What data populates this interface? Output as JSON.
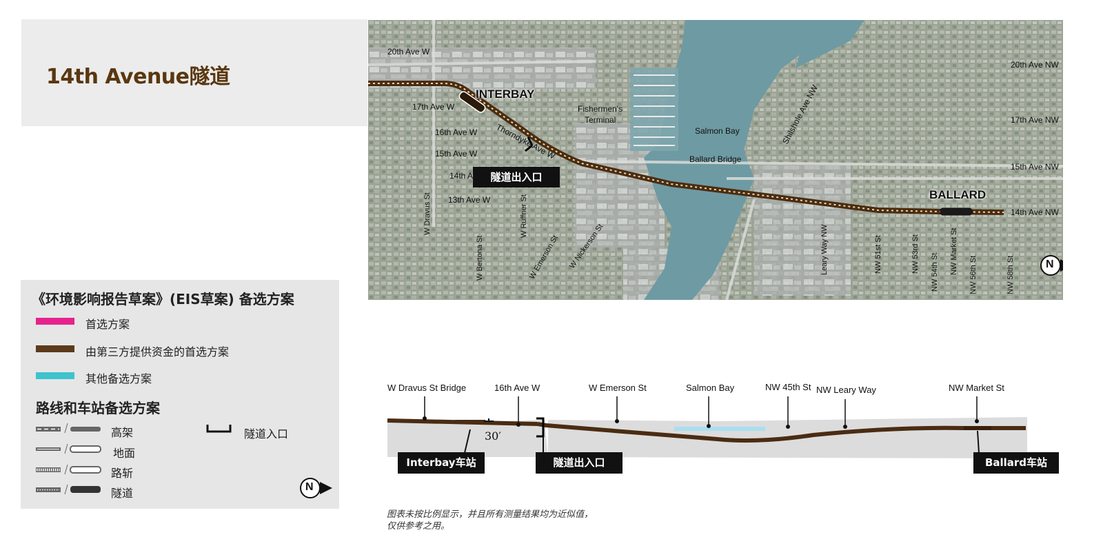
{
  "title": "14th Avenue隧道",
  "legend": {
    "title": "《环境影响报告草案》(EIS草案) 备选方案",
    "items": [
      {
        "label": "首选方案",
        "color": "#e6228e"
      },
      {
        "label": "由第三方提供资金的首选方案",
        "color": "#5c3a1c"
      },
      {
        "label": "其他备选方案",
        "color": "#3ec3cc"
      }
    ],
    "subtitle": "路线和车站备选方案",
    "types": [
      {
        "label": "高架",
        "icon": "elevated-line-icon"
      },
      {
        "label": "地面",
        "icon": "at-grade-line-icon"
      },
      {
        "label": "路斩",
        "icon": "retained-cut-line-icon"
      },
      {
        "label": "隧道",
        "icon": "tunnel-line-icon"
      }
    ],
    "portal_label": "隧道入口",
    "north_label": "N"
  },
  "map": {
    "neighborhoods": [
      "INTERBAY",
      "BALLARD"
    ],
    "water_labels": [
      "Salmon Bay"
    ],
    "place_labels": [
      "Fishermen's",
      "Terminal",
      "Ballard Bridge"
    ],
    "streets_left": [
      "20th Ave W",
      "17th Ave W",
      "16th Ave W",
      "15th Ave W",
      "14th Ave W",
      "13th Ave W"
    ],
    "streets_right": [
      "20th Ave NW",
      "17th Ave NW",
      "15th Ave NW",
      "14th Ave NW"
    ],
    "streets_diag": [
      "Thorndyke Ave W",
      "Shilshole Ave NW"
    ],
    "streets_vertical": [
      "W Dravus St",
      "W Bertona St",
      "W Ruffner St",
      "W Emerson St",
      "W Nickerson St",
      "Leary Way NW",
      "NW 51st St",
      "NW 53rd St",
      "NW 54th St",
      "NW Market St",
      "NW 56th St",
      "NW 58th St"
    ],
    "portal_label": "隧道出入口",
    "north_label": "N"
  },
  "profile": {
    "top_labels": [
      "W Dravus St Bridge",
      "16th Ave W",
      "W Emerson St",
      "Salmon Bay",
      "NW 45th St",
      "NW Leary Way",
      "NW Market St"
    ],
    "depth_label": "30′",
    "stations": [
      "Interbay车站",
      "隧道出入口",
      "Ballard车站"
    ]
  },
  "note_lines": [
    "图表未按比例显示，并且所有测量结果均为近似值，",
    "仅供参考之用。"
  ]
}
